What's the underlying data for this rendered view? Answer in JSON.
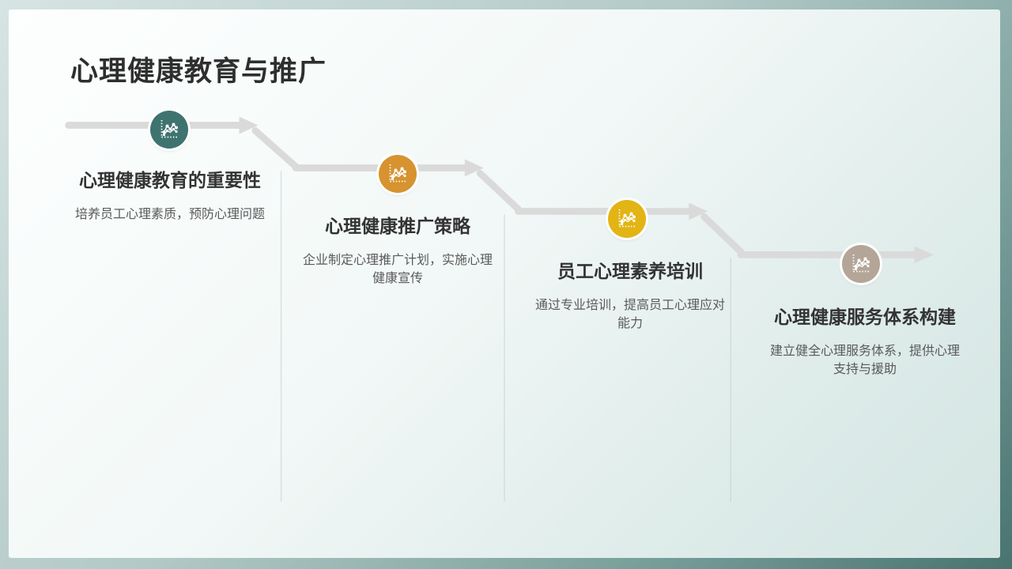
{
  "slide": {
    "title": "心理健康教育与推广",
    "steps": [
      {
        "heading": "心理健康教育的重要性",
        "description": "培养员工心理素质，预防心理问题",
        "icon": "line-chart-icon",
        "color": "#3E7370"
      },
      {
        "heading": "心理健康推广策略",
        "description": "企业制定心理推广计划，实施心理健康宣传",
        "icon": "line-chart-icon",
        "color": "#D6932F"
      },
      {
        "heading": "员工心理素养培训",
        "description": "通过专业培训，提高员工心理应对能力",
        "icon": "line-chart-icon",
        "color": "#E2B414"
      },
      {
        "heading": "心理健康服务体系构建",
        "description": "建立健全心理服务体系，提供心理支持与援助",
        "icon": "line-chart-icon",
        "color": "#B3A698"
      }
    ],
    "colors": {
      "arrow": "#DADADA",
      "divider": "#BCCFCC",
      "frame_light": "#D6E4E3",
      "frame_dark": "#48736F",
      "background_light": "#FDFFFE",
      "background_dark": "#D3E5E2",
      "title_text": "#2E2E2E",
      "heading_text": "#333333",
      "body_text": "#5A5A5A"
    }
  }
}
